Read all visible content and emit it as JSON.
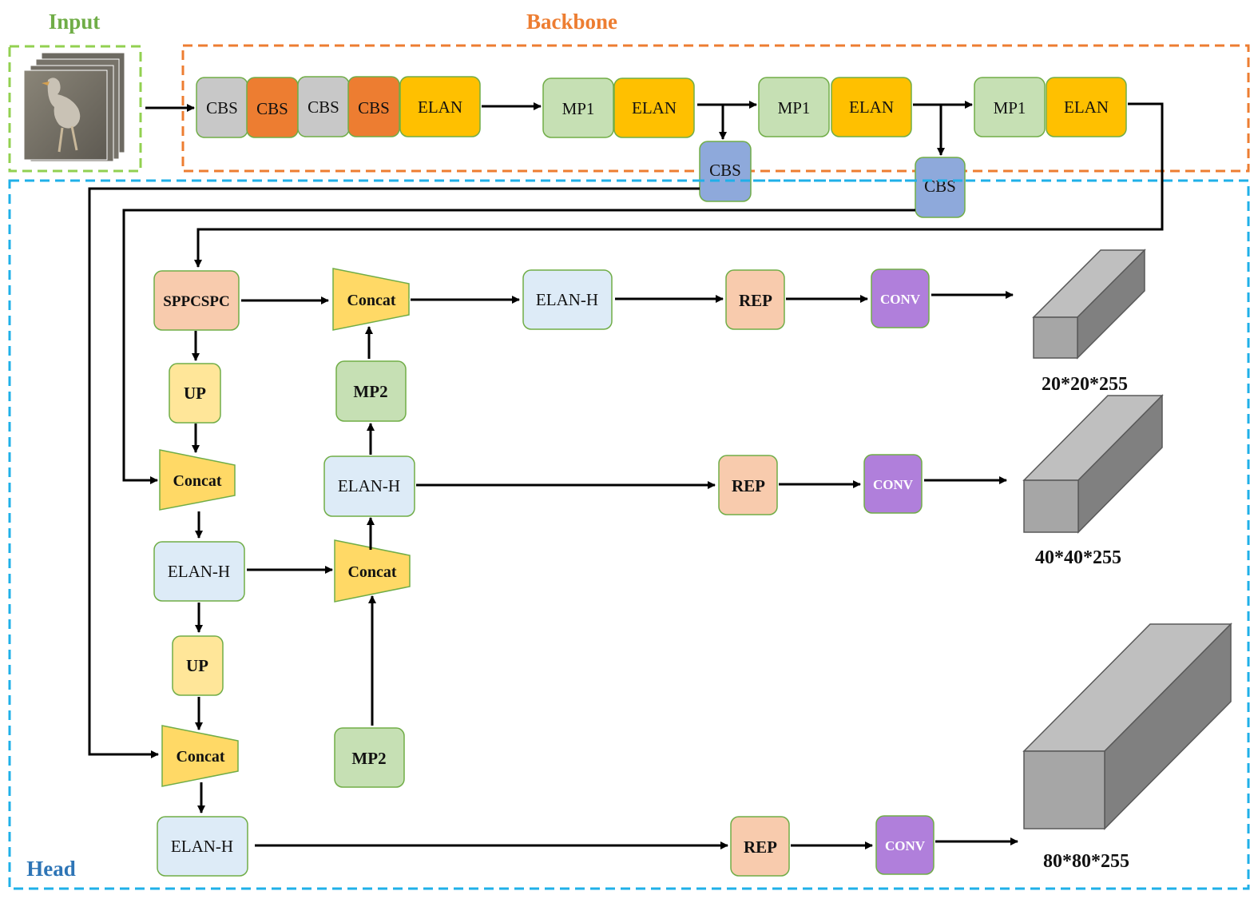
{
  "groups": {
    "input": "Input",
    "backbone": "Backbone",
    "head": "Head"
  },
  "colors": {
    "input_border": "#92D050",
    "backbone_border": "#ED7D31",
    "head_border": "#1FB0E8",
    "cbs_gray": "#C8C8C8",
    "cbs_orange": "#ED7D31",
    "elan": "#FFC000",
    "mp": "#C6E0B4",
    "cbs_blue": "#8EA9DB",
    "sppcspc": "#F8CBAD",
    "concat": "#FFD966",
    "up": "#FFE699",
    "elan_h": "#DDEBF7",
    "rep": "#F8CBAD",
    "conv": "#B07FDB",
    "cuboid": "#A6A6A6"
  },
  "backbone": {
    "blocks": [
      "CBS",
      "CBS",
      "CBS",
      "CBS",
      "ELAN",
      "MP1",
      "ELAN",
      "MP1",
      "ELAN",
      "MP1",
      "ELAN"
    ],
    "side_cbs": [
      "CBS",
      "CBS"
    ]
  },
  "head": {
    "sppcspc": "SPPCSPC",
    "concat": "Concat",
    "up": "UP",
    "elan_h": "ELAN-H",
    "mp2": "MP2",
    "rep": "REP",
    "conv": "CONV"
  },
  "outputs": [
    "20*20*255",
    "40*40*255",
    "80*80*255"
  ]
}
